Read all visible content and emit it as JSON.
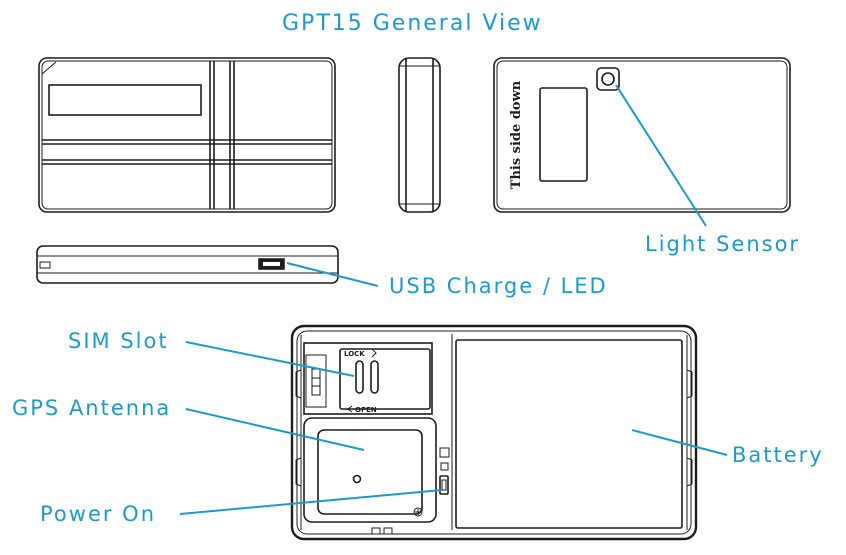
{
  "title": "GPT15 General View",
  "labels": {
    "light_sensor": "Light Sensor",
    "usb_charge_led": "USB Charge / LED",
    "sim_slot": "SIM Slot",
    "gps_antenna": "GPS Antenna",
    "battery": "Battery",
    "power_on": "Power On"
  },
  "device_text": {
    "this_side_down": "This side down",
    "lock": "LOCK",
    "open": "OPEN"
  },
  "colors": {
    "label": "#1d9ac9",
    "line": "#1d1d1d"
  }
}
